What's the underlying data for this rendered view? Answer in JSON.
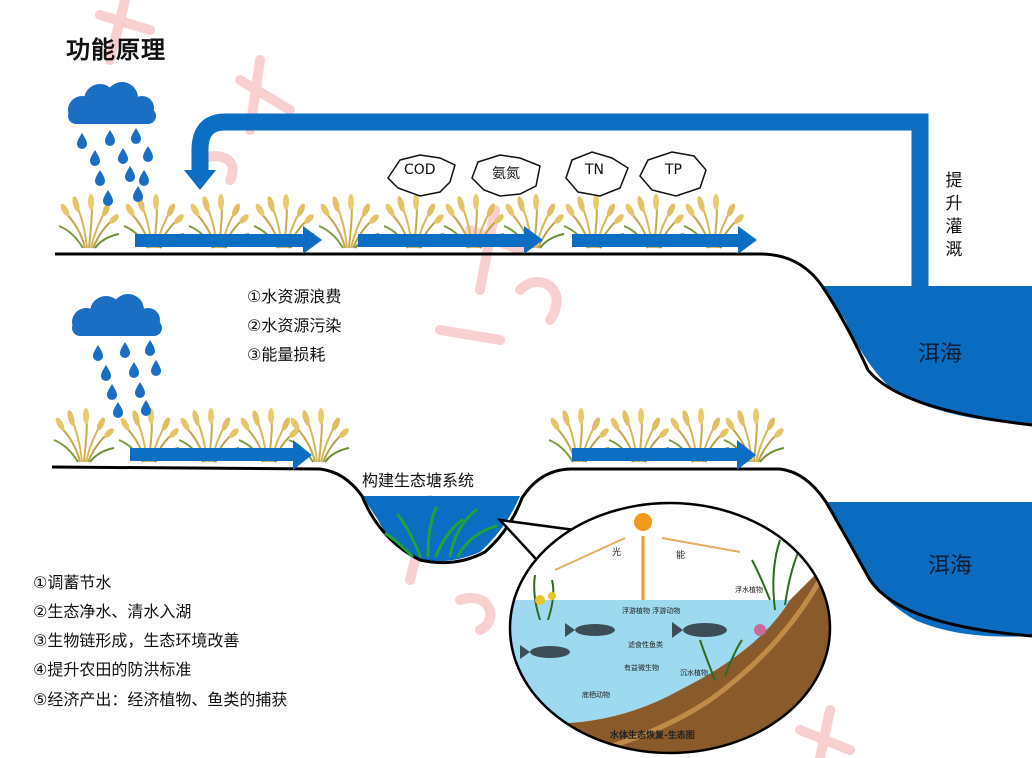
{
  "title": "功能原理",
  "pollutants": [
    "COD",
    "氨氮",
    "TN",
    "TP"
  ],
  "irrigation_label": "提升灌溉",
  "lake_label_top": "洱海",
  "lake_label_bottom": "洱海",
  "problems": [
    "①水资源浪费",
    "②水资源污染",
    "③能量损耗"
  ],
  "pond_label": "构建生态塘系统",
  "benefits": [
    "①调蓄节水",
    "②生态净水、清水入湖",
    "③生物链形成，生态环境改善",
    "④提升农田的防洪标准",
    "⑤经济产出：经济植物、鱼类的捕获"
  ],
  "ecosystem": {
    "light_label_1": "光",
    "light_label_2": "能",
    "caption": "水体生态恢复-生态图",
    "tag_floating": "浮水植物",
    "tag_submerged": "沉水植物",
    "tag_benthic": "底栖动物",
    "tag_bacteria": "有益微生物",
    "tag_plankton": "浮游植物 浮游动物",
    "tag_fish": "滤食性鱼类"
  },
  "colors": {
    "blue": "#0b6ec3",
    "lake": "#0a6cc0",
    "water_light": "#8fd4ec",
    "rice": "#d9bb5a",
    "sun": "#f29a1c"
  }
}
